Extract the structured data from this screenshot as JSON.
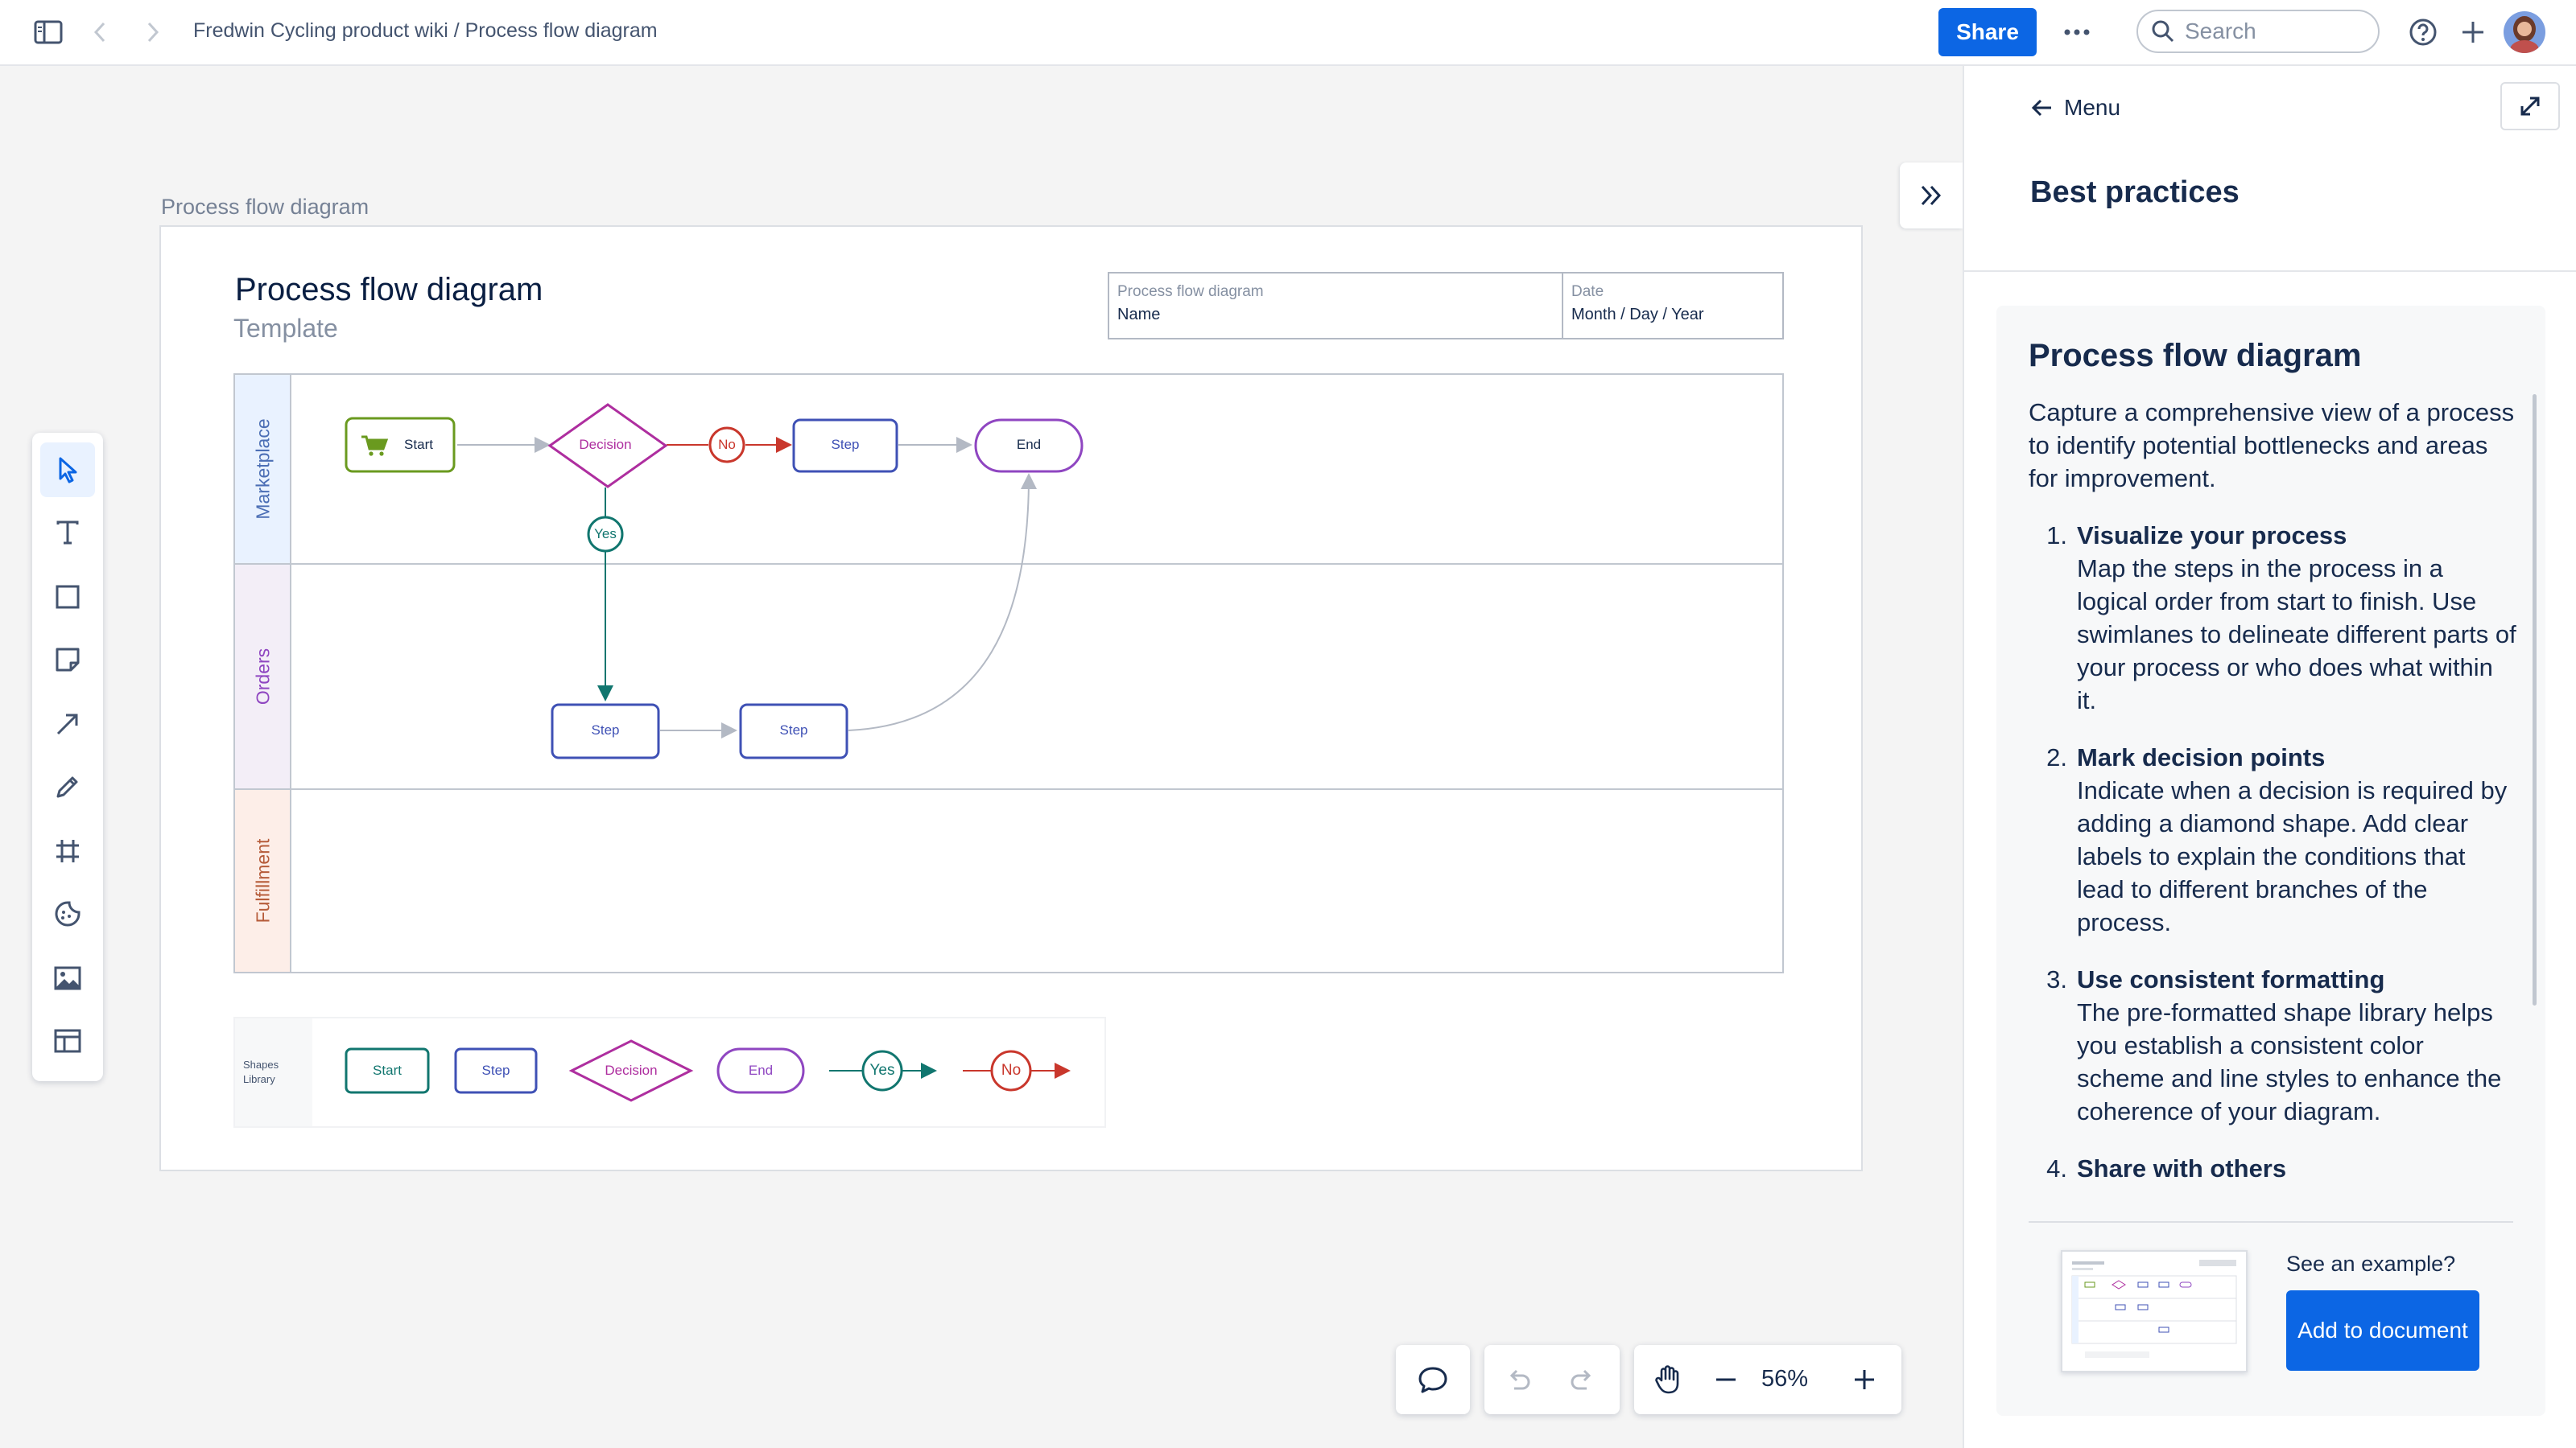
{
  "topbar": {
    "breadcrumb": "Fredwin Cycling product wiki / Process flow diagram",
    "share_label": "Share",
    "search_placeholder": "Search"
  },
  "canvas": {
    "frame_label": "Process flow diagram",
    "title": "Process flow diagram",
    "subtitle": "Template",
    "info": {
      "name_label": "Process flow diagram",
      "name_value": "Name",
      "date_label": "Date",
      "date_value": "Month / Day / Year"
    },
    "lanes": [
      "Marketplace",
      "Orders",
      "Fulfillment"
    ],
    "nodes": {
      "start": "Start",
      "decision": "Decision",
      "no": "No",
      "yes": "Yes",
      "step": "Step",
      "end": "End"
    },
    "library": {
      "label_line1": "Shapes",
      "label_line2": "Library",
      "start": "Start",
      "step": "Step",
      "decision": "Decision",
      "end": "End",
      "yes": "Yes",
      "no": "No"
    }
  },
  "zoom": {
    "level": "56%"
  },
  "panel": {
    "menu_label": "Menu",
    "title": "Best practices",
    "card_title": "Process flow diagram",
    "intro": "Capture a comprehensive view of a process to identify potential bottlenecks and areas for improvement.",
    "items": [
      {
        "num": "1.",
        "title": "Visualize your process",
        "body": "Map the steps in the process in a logical order from start to finish. Use swimlanes to delineate different parts of your process or who does what within it."
      },
      {
        "num": "2.",
        "title": "Mark decision points",
        "body": "Indicate when a decision is required by adding a diamond shape. Add clear labels to explain the conditions that lead to different branches of the process."
      },
      {
        "num": "3.",
        "title": "Use consistent formatting",
        "body": "The pre-formatted shape library helps you establish a consistent color scheme and line styles to enhance the coherence of your diagram."
      },
      {
        "num": "4.",
        "title": "Share with others",
        "body": ""
      }
    ],
    "example_question": "See an example?",
    "add_button": "Add to document"
  },
  "colors": {
    "brand": "#0c66e4",
    "start_green": "#6a9a1f",
    "decision_magenta": "#ae2e9f",
    "no_red": "#c9372c",
    "step_blue": "#3f51b5",
    "end_purple": "#8f46c1",
    "yes_teal": "#11766f"
  },
  "icons": [
    "sidebar-toggle-icon",
    "back-arrow-icon",
    "forward-arrow-icon",
    "more-icon",
    "search-icon",
    "help-icon",
    "plus-icon",
    "select-icon",
    "text-icon",
    "rectangle-icon",
    "sticky-note-icon",
    "arrow-line-icon",
    "pen-icon",
    "frame-icon",
    "sticker-icon",
    "image-icon",
    "template-icon",
    "comment-icon",
    "undo-icon",
    "redo-icon",
    "hand-icon",
    "zoom-out-icon",
    "zoom-in-icon",
    "collapse-panel-icon",
    "expand-icon",
    "cart-icon"
  ]
}
